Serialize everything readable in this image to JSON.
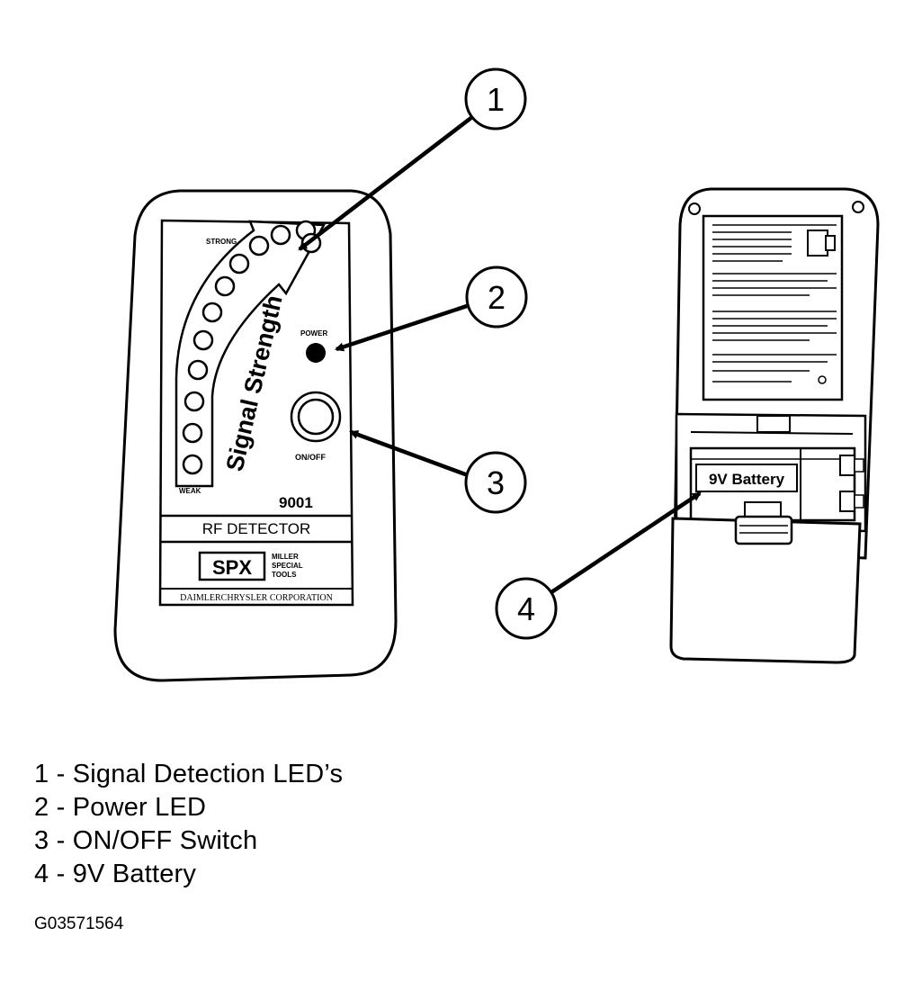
{
  "device_front": {
    "strong_label": "STRONG",
    "weak_label": "WEAK",
    "signal_strength_label": "Signal Strength",
    "power_label": "POWER",
    "onoff_label": "ON/OFF",
    "model_number": "9001",
    "product_name": "RF DETECTOR",
    "brand_logo": "SPX",
    "brand_tagline": [
      "MILLER",
      "SPECIAL",
      "TOOLS"
    ],
    "corporation_label": "DAIMLERCHRYSLER CORPORATION",
    "led_count": 12
  },
  "device_back": {
    "battery_label": "9V Battery"
  },
  "callouts": [
    "1",
    "2",
    "3",
    "4"
  ],
  "legend": [
    "1 - Signal Detection LED’s",
    "2 - Power LED",
    "3 - ON/OFF Switch",
    "4 - 9V Battery"
  ],
  "figure_id": "G03571564",
  "colors": {
    "ink": "#000000",
    "paper": "#ffffff"
  }
}
